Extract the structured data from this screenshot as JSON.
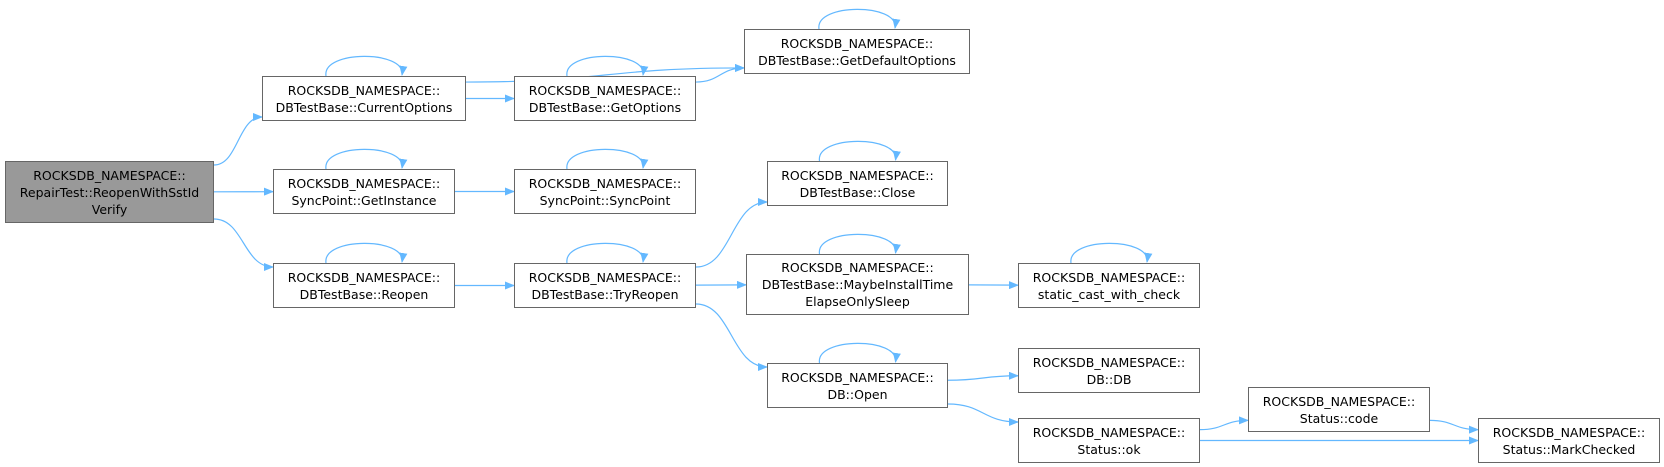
{
  "colors": {
    "edge": "#63b8ff",
    "border": "#666666",
    "root_fill": "#999999",
    "node_fill": "#ffffff"
  },
  "nodes": {
    "reopen_with_sstid_verify": [
      "ROCKSDB_NAMESPACE::",
      "RepairTest::ReopenWithSstId",
      "Verify"
    ],
    "current_options": [
      "ROCKSDB_NAMESPACE::",
      "DBTestBase::CurrentOptions"
    ],
    "get_instance": [
      "ROCKSDB_NAMESPACE::",
      "SyncPoint::GetInstance"
    ],
    "reopen": [
      "ROCKSDB_NAMESPACE::",
      "DBTestBase::Reopen"
    ],
    "get_options": [
      "ROCKSDB_NAMESPACE::",
      "DBTestBase::GetOptions"
    ],
    "sync_point": [
      "ROCKSDB_NAMESPACE::",
      "SyncPoint::SyncPoint"
    ],
    "try_reopen": [
      "ROCKSDB_NAMESPACE::",
      "DBTestBase::TryReopen"
    ],
    "get_default_options": [
      "ROCKSDB_NAMESPACE::",
      "DBTestBase::GetDefaultOptions"
    ],
    "close": [
      "ROCKSDB_NAMESPACE::",
      "DBTestBase::Close"
    ],
    "maybe_install_time_elapse_only_sleep": [
      "ROCKSDB_NAMESPACE::",
      "DBTestBase::MaybeInstallTime",
      "ElapseOnlySleep"
    ],
    "db_open": [
      "ROCKSDB_NAMESPACE::",
      "DB::Open"
    ],
    "static_cast_with_check": [
      "ROCKSDB_NAMESPACE::",
      "static_cast_with_check"
    ],
    "db_db": [
      "ROCKSDB_NAMESPACE::",
      "DB::DB"
    ],
    "status_ok": [
      "ROCKSDB_NAMESPACE::",
      "Status::ok"
    ],
    "status_code": [
      "ROCKSDB_NAMESPACE::",
      "Status::code"
    ],
    "status_mark_checked": [
      "ROCKSDB_NAMESPACE::",
      "Status::MarkChecked"
    ]
  },
  "edges": [
    [
      "reopen_with_sstid_verify",
      "current_options"
    ],
    [
      "reopen_with_sstid_verify",
      "get_instance"
    ],
    [
      "reopen_with_sstid_verify",
      "reopen"
    ],
    [
      "current_options",
      "get_options"
    ],
    [
      "current_options",
      "get_default_options"
    ],
    [
      "get_options",
      "get_default_options"
    ],
    [
      "get_instance",
      "sync_point"
    ],
    [
      "reopen",
      "try_reopen"
    ],
    [
      "try_reopen",
      "close"
    ],
    [
      "try_reopen",
      "maybe_install_time_elapse_only_sleep"
    ],
    [
      "try_reopen",
      "db_open"
    ],
    [
      "maybe_install_time_elapse_only_sleep",
      "static_cast_with_check"
    ],
    [
      "db_open",
      "db_db"
    ],
    [
      "db_open",
      "status_ok"
    ],
    [
      "status_ok",
      "status_code"
    ],
    [
      "status_ok",
      "status_mark_checked"
    ],
    [
      "status_code",
      "status_mark_checked"
    ]
  ],
  "self_loops": [
    "current_options",
    "get_instance",
    "reopen",
    "get_options",
    "sync_point",
    "try_reopen",
    "get_default_options",
    "close",
    "maybe_install_time_elapse_only_sleep",
    "db_open",
    "static_cast_with_check"
  ]
}
